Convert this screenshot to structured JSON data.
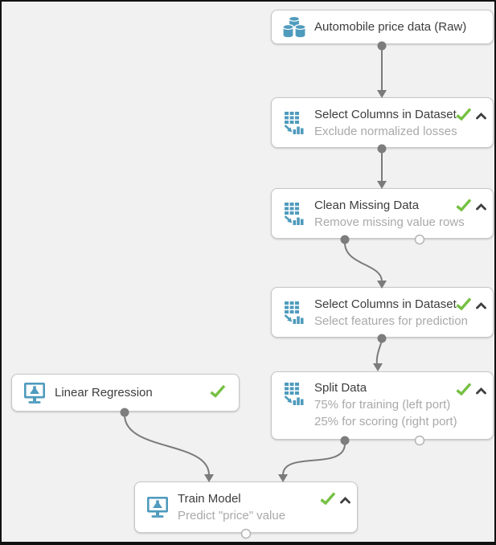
{
  "app": {
    "name": "experiment-canvas",
    "canvas_background": "#f1f1f2",
    "frame_border_color": "#111111"
  },
  "colors": {
    "node_background": "#ffffff",
    "node_border": "#c7c7c7",
    "title_text": "#3d3d3d",
    "subtitle_text": "#a9a9a9",
    "icon_blue": "#4f9bbd",
    "status_check_green": "#76c043",
    "chevron_dark": "#3f3f3f",
    "wire_gray": "#7b7b7b"
  },
  "nodes": [
    {
      "id": "automobile-price-data",
      "title": "Automobile price data (Raw)",
      "icon": "database-cylinders-icon",
      "status": "none",
      "outputs": [
        "connected"
      ]
    },
    {
      "id": "select-columns-1",
      "title": "Select Columns in Dataset",
      "subtitle": "Exclude normalized losses",
      "icon": "data-transform-icon",
      "status": "completed",
      "collapsible": true,
      "outputs": [
        "connected"
      ]
    },
    {
      "id": "clean-missing-data",
      "title": "Clean Missing Data",
      "subtitle": "Remove missing value rows",
      "icon": "data-transform-icon",
      "status": "completed",
      "collapsible": true,
      "outputs": [
        "connected",
        "unconnected"
      ]
    },
    {
      "id": "select-columns-2",
      "title": "Select Columns in Dataset",
      "subtitle": "Select features for prediction",
      "icon": "data-transform-icon",
      "status": "completed",
      "collapsible": true,
      "outputs": [
        "connected"
      ]
    },
    {
      "id": "linear-regression",
      "title": "Linear Regression",
      "icon": "ml-model-icon",
      "status": "completed",
      "outputs": [
        "connected"
      ]
    },
    {
      "id": "split-data",
      "title": "Split Data",
      "subtitle": "75% for training (left port)",
      "subtitle2": "25% for scoring (right port)",
      "icon": "data-transform-icon",
      "status": "completed",
      "collapsible": true,
      "outputs": [
        "connected",
        "unconnected"
      ]
    },
    {
      "id": "train-model",
      "title": "Train Model",
      "subtitle": "Predict \"price\" value",
      "icon": "ml-model-icon",
      "status": "completed",
      "collapsible": true,
      "outputs": [
        "unconnected"
      ]
    }
  ],
  "edges": [
    {
      "from": "automobile-price-data",
      "from_port": "output",
      "to": "select-columns-1",
      "to_port": "input"
    },
    {
      "from": "select-columns-1",
      "from_port": "output",
      "to": "clean-missing-data",
      "to_port": "input"
    },
    {
      "from": "clean-missing-data",
      "from_port": "left-output",
      "to": "select-columns-2",
      "to_port": "input"
    },
    {
      "from": "select-columns-2",
      "from_port": "output",
      "to": "split-data",
      "to_port": "input"
    },
    {
      "from": "linear-regression",
      "from_port": "output",
      "to": "train-model",
      "to_port": "left-input"
    },
    {
      "from": "split-data",
      "from_port": "left-output",
      "to": "train-model",
      "to_port": "right-input"
    }
  ]
}
